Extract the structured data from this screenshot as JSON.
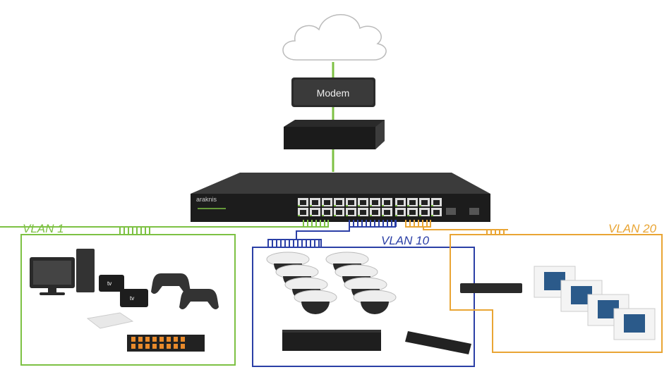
{
  "modem": {
    "label": "Modem"
  },
  "switch": {
    "brand": "araknis"
  },
  "vlans": [
    {
      "label": "VLAN 1",
      "color": "#7dc143"
    },
    {
      "label": "VLAN 10",
      "color": "#2b3fa6"
    },
    {
      "label": "VLAN 20",
      "color": "#e9a534"
    }
  ],
  "devices": {
    "vlan1": [
      "computer-monitor",
      "desktop-tower",
      "apple-tv",
      "apple-tv",
      "game-controller",
      "game-controller",
      "wireless-access-point",
      "power-strip"
    ],
    "vlan10": [
      "dome-camera",
      "dome-camera",
      "dome-camera",
      "dome-camera",
      "dome-camera",
      "dome-camera",
      "dome-camera",
      "dome-camera",
      "nvr-recorder",
      "power-strip"
    ],
    "vlan20": [
      "control-processor",
      "touch-panel",
      "touch-panel",
      "touch-panel",
      "touch-panel"
    ]
  },
  "appletv_label": "tv",
  "line_color": "#7dc143"
}
